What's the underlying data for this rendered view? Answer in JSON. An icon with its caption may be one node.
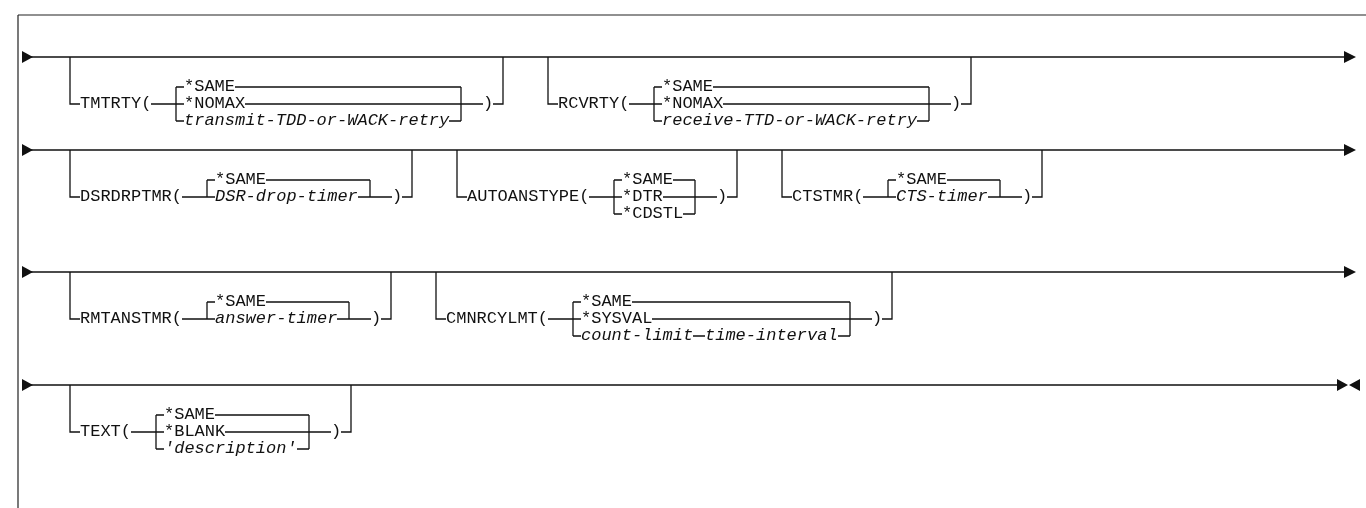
{
  "diagram": {
    "labels": [
      "TMTRTY(",
      "*SAME",
      "*NOMAX",
      "transmit-TDD-or-WACK-retry",
      ")",
      "RCVRTY(",
      "*SAME",
      "*NOMAX",
      "receive-TTD-or-WACK-retry",
      ")",
      "DSRDRPTMR(",
      "*SAME",
      "DSR-drop-timer",
      ")",
      "AUTOANSTYPE(",
      "*SAME",
      "*DTR",
      "*CDSTL",
      ")",
      "CTSTMR(",
      "*SAME",
      "CTS-timer",
      ")",
      "RMTANSTMR(",
      "*SAME",
      "answer-timer",
      ")",
      "CMNRCYLMT(",
      "*SAME",
      "*SYSVAL",
      "count-limit",
      "time-interval",
      ")",
      "TEXT(",
      "*SAME",
      "*BLANK",
      "'description'",
      ")"
    ]
  }
}
